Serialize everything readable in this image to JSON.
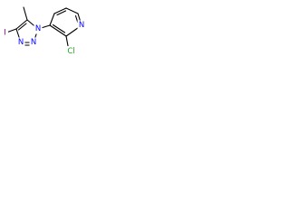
{
  "structure": {
    "atom_labels": {
      "iodine": "I",
      "triazole_n1": "N",
      "triazole_n2": "N",
      "triazole_n3": "N",
      "pyridine_n": "N",
      "chlorine": "Cl"
    },
    "colors": {
      "iodine": "#940094",
      "nitrogen": "#0000ff",
      "chlorine": "#1fa01f",
      "bond": "#000000"
    }
  }
}
